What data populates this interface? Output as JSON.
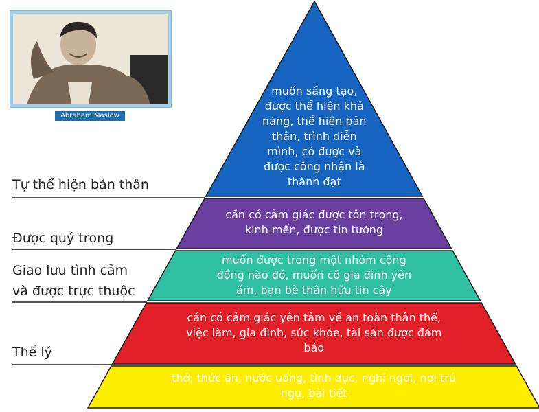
{
  "photo": {
    "caption": "Abraham Maslow"
  },
  "levels": [
    {
      "key": "self_actualization",
      "color": "#1565c0",
      "text_color": "#ffffff",
      "label_lines": [
        "Tự thể hiện bản thân"
      ],
      "description_lines": [
        "muốn sáng tạo,",
        "được thể hiện khả",
        "năng, thể hiện bản",
        "thân, trình diễn",
        "mình, có được và",
        "được công nhận là",
        "thành đạt"
      ]
    },
    {
      "key": "esteem",
      "color": "#6a3fa0",
      "text_color": "#ffffff",
      "label_lines": [
        "Được quý trọng"
      ],
      "description_lines": [
        "cần có cảm giác được tôn trọng,",
        "kinh mến, được tin tưởng"
      ]
    },
    {
      "key": "love_belonging",
      "color": "#2ec0a0",
      "text_color": "#ffffff",
      "label_lines": [
        "Giao lưu tình cảm",
        "và được trực thuộc"
      ],
      "description_lines": [
        "muốn được trong một nhóm cộng",
        "đồng nào đó, muốn có gia đình yên",
        "ấm, bạn bè thân hữu tin cậy"
      ]
    },
    {
      "key": "safety",
      "color": "#e01f26",
      "text_color": "#ffffff",
      "label_lines": [
        "Thể lý"
      ],
      "description_lines": [
        "cần có cảm giác yên tâm về an toàn thân thể,",
        "việc làm, gia đình, sức khỏe, tài sản được đảm",
        "bảo"
      ]
    },
    {
      "key": "physiological",
      "color": "#ffee00",
      "text_color": "#ffffff",
      "label_lines": [],
      "description_lines": [
        "thở, thức ăn, nước uống, tình dục, nghỉ ngơi, nơi trú",
        "ngụ, bài tiết"
      ]
    }
  ]
}
